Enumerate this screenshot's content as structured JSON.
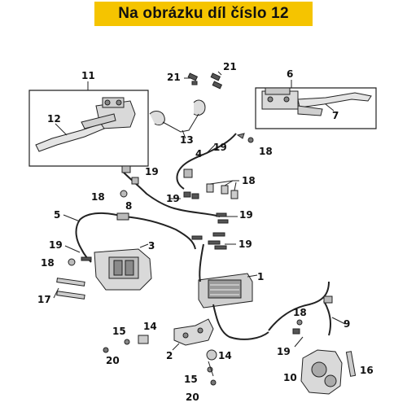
{
  "banner": {
    "text": "Na obrázku díl číslo 12"
  },
  "colors": {
    "banner": "#f5c400",
    "line": "#222222",
    "part_fill": "#d9d9d9",
    "part_dark": "#555555"
  },
  "callouts": [
    "1",
    "2",
    "3",
    "4",
    "5",
    "6",
    "7",
    "8",
    "9",
    "10",
    "11",
    "12",
    "13",
    "14",
    "15",
    "16",
    "17",
    "18",
    "19",
    "20",
    "21"
  ]
}
